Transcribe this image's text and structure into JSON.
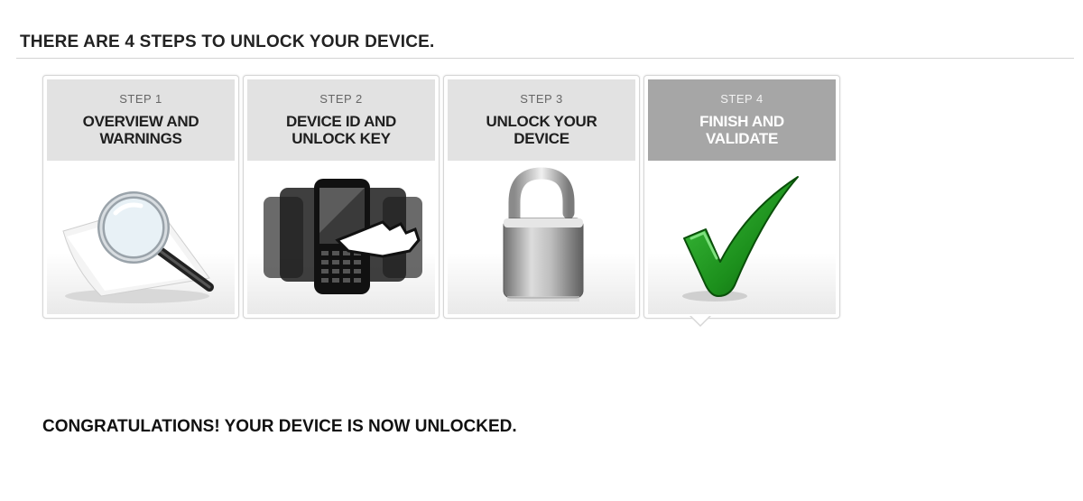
{
  "page": {
    "title": "THERE ARE 4 STEPS TO UNLOCK YOUR DEVICE.",
    "message": "CONGRATULATIONS! YOUR DEVICE IS NOW UNLOCKED."
  },
  "steps": [
    {
      "label": "STEP 1",
      "name_line1": "OVERVIEW AND",
      "name_line2": "WARNINGS",
      "icon": "magnifier-document-icon",
      "active": false
    },
    {
      "label": "STEP 2",
      "name_line1": "DEVICE ID AND",
      "name_line2": "UNLOCK KEY",
      "icon": "phones-pointer-icon",
      "active": false
    },
    {
      "label": "STEP 3",
      "name_line1": "UNLOCK YOUR",
      "name_line2": "DEVICE",
      "icon": "open-padlock-icon",
      "active": false
    },
    {
      "label": "STEP 4",
      "name_line1": "FINISH AND",
      "name_line2": "VALIDATE",
      "icon": "green-checkmark-icon",
      "active": true
    }
  ],
  "colors": {
    "active_header": "#a6a6a6",
    "inactive_header": "#e2e2e2",
    "check_green": "#1f9e1f"
  }
}
